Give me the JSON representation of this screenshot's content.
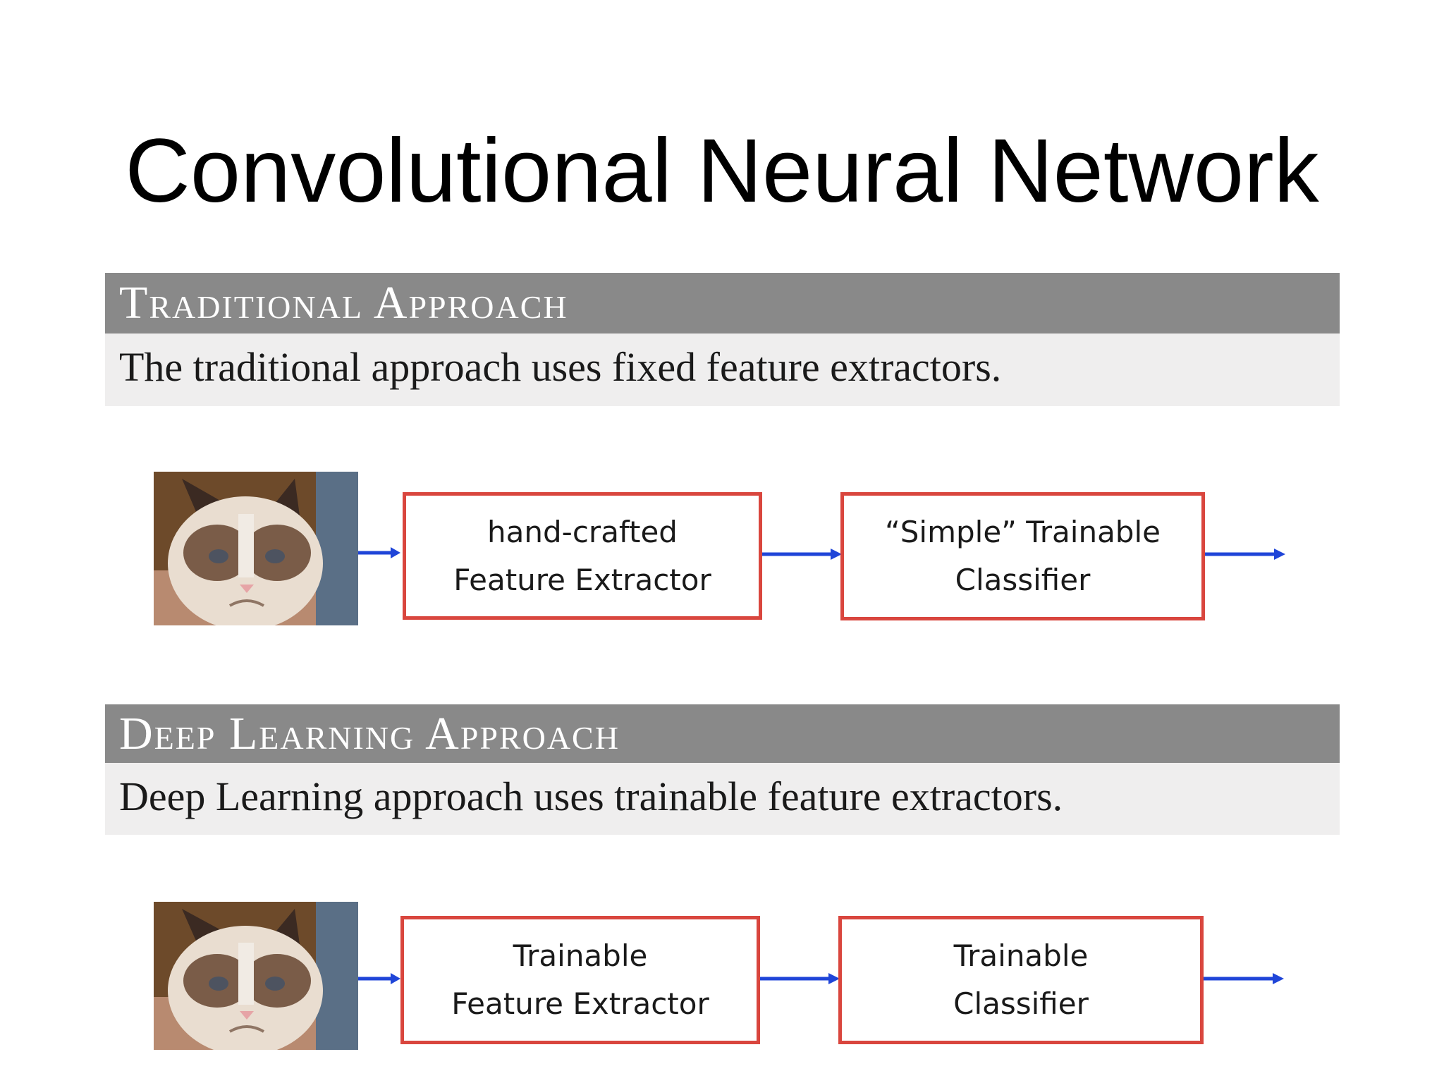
{
  "title": "Convolutional Neural Network",
  "colors": {
    "header_bg": "#898989",
    "desc_bg": "#efeeee",
    "box_border": "#d9463e",
    "arrow": "#1f45d8"
  },
  "traditional": {
    "header": "Traditional Approach",
    "description": "The traditional approach uses fixed feature extractors.",
    "input_image": "grumpy-cat-photo",
    "stage1": {
      "line1": "hand-crafted",
      "line2": "Feature Extractor"
    },
    "stage2": {
      "line1": "“Simple” Trainable",
      "line2": "Classifier"
    }
  },
  "deep_learning": {
    "header": "Deep Learning Approach",
    "description": "Deep Learning approach uses trainable feature extractors.",
    "input_image": "grumpy-cat-photo",
    "stage1": {
      "line1": "Trainable",
      "line2": "Feature Extractor"
    },
    "stage2": {
      "line1": "Trainable",
      "line2": "Classifier"
    }
  }
}
